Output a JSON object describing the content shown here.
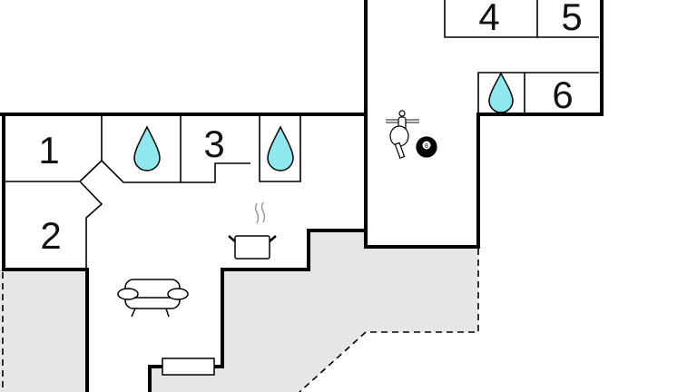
{
  "floorplan": {
    "rooms": [
      {
        "label": "1",
        "type": "bedroom"
      },
      {
        "label": "2",
        "type": "bedroom"
      },
      {
        "label": "3",
        "type": "bedroom"
      },
      {
        "label": "4",
        "type": "bedroom"
      },
      {
        "label": "5",
        "type": "bedroom"
      },
      {
        "label": "6",
        "type": "bedroom"
      }
    ],
    "icons": [
      "bathroom-drop-icon",
      "kitchen-pot-icon",
      "living-sofa-icon",
      "game-room-icon",
      "radiator-icon"
    ],
    "billiard_ball_number": "8",
    "colors": {
      "wall": "#000000",
      "terrace": "#e6e6e6",
      "water": "#8ee8ee"
    }
  }
}
